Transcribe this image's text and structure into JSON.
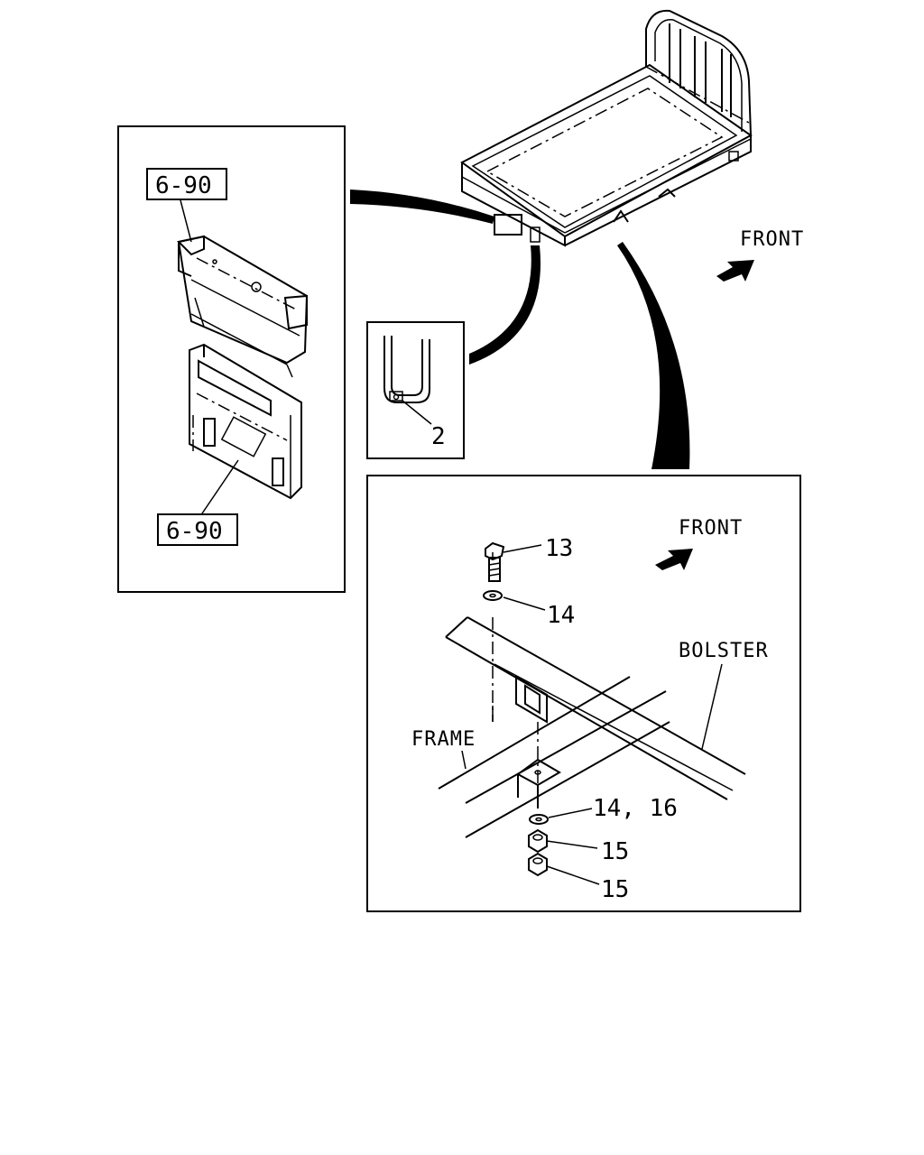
{
  "labels": {
    "ref_top": "6-90",
    "ref_bottom": "6-90",
    "part_2": "2",
    "front_main": "FRONT",
    "front_detail": "FRONT",
    "part_13": "13",
    "part_14": "14",
    "bolster": "BOLSTER",
    "frame": "FRAME",
    "part_14_16": "14, 16",
    "part_15_upper": "15",
    "part_15_lower": "15"
  },
  "colors": {
    "ink": "#000000",
    "paper": "#ffffff"
  },
  "icons": [
    "front-arrow-icon",
    "u-bolt-icon",
    "bolt-icon",
    "washer-icon",
    "nut-icon"
  ]
}
